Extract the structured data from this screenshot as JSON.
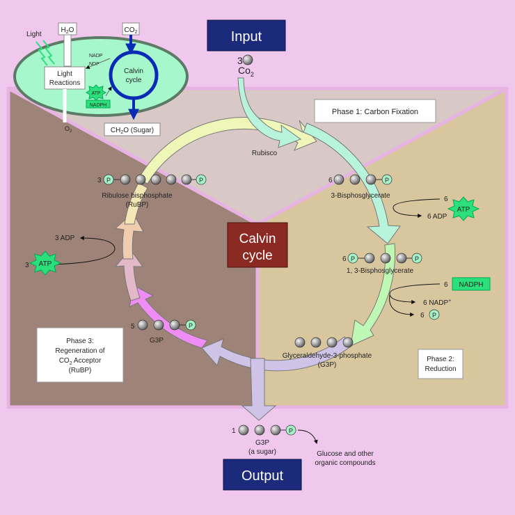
{
  "input_label": "Input",
  "output_label": "Output",
  "center_title_1": "Calvin",
  "center_title_2": "cycle",
  "input": {
    "count": "3",
    "molecule": "Co",
    "subscript": "2"
  },
  "phase1": {
    "label": "Phase 1: Carbon Fixation",
    "enzyme": "Rubisco"
  },
  "phase2": {
    "label_1": "Phase 2:",
    "label_2": "Reduction"
  },
  "phase3": {
    "line_1": "Phase 3:",
    "line_2": "Regeneration of",
    "line_3a": "CO",
    "line_3sub": "2",
    "line_3b": " Acceptor",
    "line_4": "(RuBP)"
  },
  "bisphosphoglycerate3": {
    "count": "6",
    "name": "3-Bisphosglycerate"
  },
  "atp_use_phase2": {
    "count": "6",
    "atp": "ATP",
    "adp": "6 ADP"
  },
  "bisphosphoglycerate13": {
    "count": "6",
    "name": "1, 3-Bisphosglycerate"
  },
  "nadph_use": {
    "count": "6",
    "nadph": "NADPH",
    "nadp": "6 NADP",
    "nadp_sup": "+",
    "pi_count": "6",
    "p": "P"
  },
  "g3p_main": {
    "name_1": "Glyceraldehyde-3-phosphate",
    "name_2": "(G3P)"
  },
  "g3p_regen": {
    "count": "5",
    "name": "G3P"
  },
  "rubp": {
    "count": "3",
    "name_1": "Ribulose bisphosphate",
    "name_2": "(RuBP)"
  },
  "atp_use_phase3": {
    "count": "3",
    "atp": "ATP",
    "adp": "3 ADP"
  },
  "output_g3p": {
    "count": "1",
    "name_1": "G3P",
    "name_2": "(a sugar)",
    "product_1": "Glucose and other",
    "product_2": "organic compounds"
  },
  "phosphate_label": "P",
  "inset": {
    "light": "Light",
    "h2o_a": "H",
    "h2o_sub": "2",
    "h2o_b": "O",
    "co2_a": "CO",
    "co2_sub": "2",
    "light_reactions_1": "Light",
    "light_reactions_2": "Reactions",
    "calvin_1": "Calvin",
    "calvin_2": "cycle",
    "nadp_1": "NADP",
    "nadp_2": "NDP",
    "atp": "ATP",
    "nadph": "NADPH",
    "o2_a": "O",
    "o2_sub": "2",
    "sugar_a": "CH",
    "sugar_sub": "2",
    "sugar_b": "O (Sugar)"
  },
  "colors": {
    "background": "#f0c8ee",
    "phase1_region": "#d8c9c7",
    "phase2_region": "#d8c69e",
    "phase3_region": "#9e8378",
    "title_box": "#1b2a7a",
    "center_box": "#8b2a22",
    "atp_star": "#2be07a",
    "phosphate": "#a6f2c8",
    "chloroplast": "#a6f7cc",
    "calvin_ring": "#0a2bb4"
  }
}
